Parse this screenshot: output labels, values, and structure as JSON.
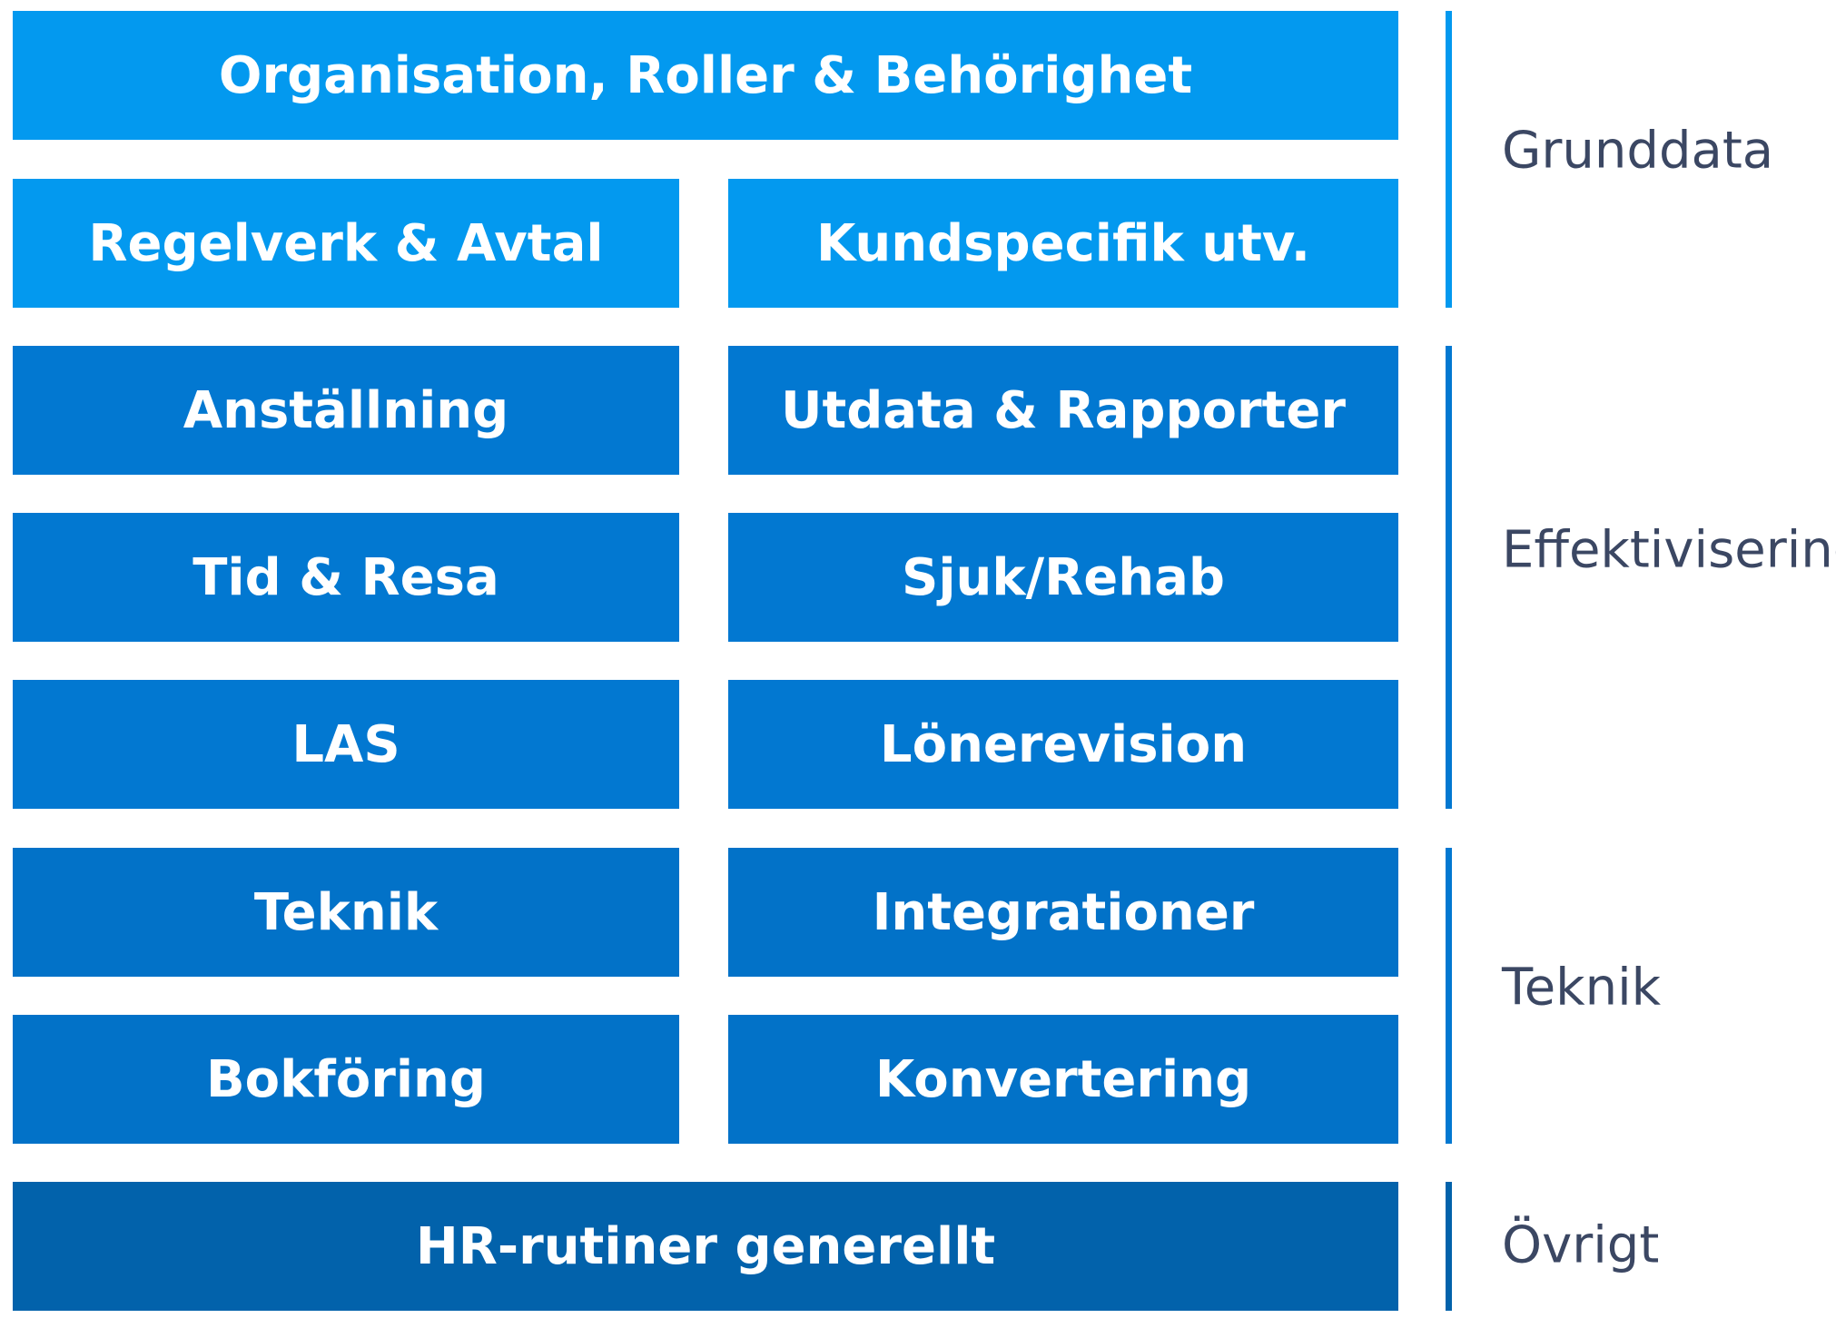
{
  "colors": {
    "light_blue": "#0399ef",
    "mid_blue": "#0278d1",
    "dark_blue": "#0272c8",
    "deep_blue": "#0262ab",
    "label_text": "#3b4763",
    "box_text": "#ffffff"
  },
  "boxes": {
    "organisation": "Organisation, Roller & Behörighet",
    "regelverk": "Regelverk & Avtal",
    "kundspecifik": "Kundspecifik utv.",
    "anstallning": "Anställning",
    "utdata": "Utdata & Rapporter",
    "tid_resa": "Tid & Resa",
    "sjuk_rehab": "Sjuk/Rehab",
    "las": "LAS",
    "lonerevision": "Lönerevision",
    "teknik": "Teknik",
    "integrationer": "Integrationer",
    "bokforing": "Bokföring",
    "konvertering": "Konvertering",
    "hr_rutiner": "HR-rutiner generellt"
  },
  "groups": {
    "grunddata": "Grunddata",
    "effektivisering": "Effektivisering",
    "teknik": "Teknik",
    "ovrigt": "Övrigt"
  }
}
